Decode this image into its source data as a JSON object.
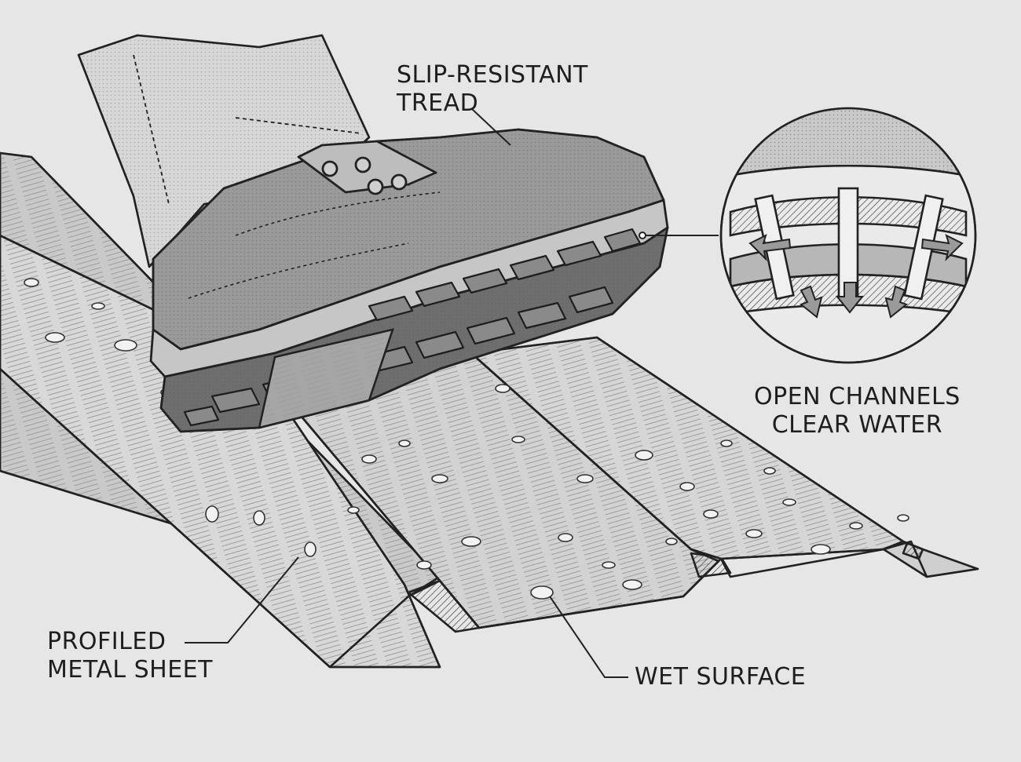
{
  "labels": {
    "tread": {
      "line1": "SLIP-RESISTANT",
      "line2": "TREAD"
    },
    "channels": {
      "line1": "OPEN CHANNELS",
      "line2": "CLEAR WATER"
    },
    "sheet": {
      "line1": "PROFILED",
      "line2": "METAL SHEET"
    },
    "wet": {
      "line1": "WET SURFACE"
    }
  },
  "colors": {
    "background": "#e6e6e6",
    "ink": "#1e1e1e",
    "metal_light": "#d4d4d4",
    "metal_mid": "#b9b9b9",
    "boot": "#9a9a9a",
    "sole": "#6e6e6e"
  }
}
